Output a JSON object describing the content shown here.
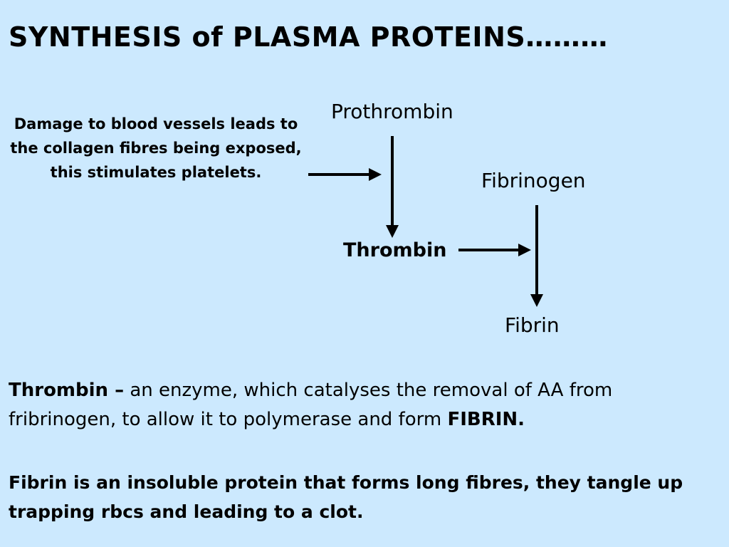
{
  "title": "SYNTHESIS of PLASMA PROTEINS………",
  "diagram": {
    "damage_note": "Damage to blood vessels leads to the collagen fibres being exposed, this stimulates platelets.",
    "prothrombin": "Prothrombin",
    "thrombin": "Thrombin",
    "fibrinogen": "Fibrinogen",
    "fibrin": "Fibrin"
  },
  "definition": {
    "term": "Thrombin –",
    "text": " an enzyme, which catalyses the removal of AA from fribrinogen, to allow it to polymerase and form ",
    "emphasis": "FIBRIN."
  },
  "fibrin_note": "Fibrin is an insoluble protein that forms long fibres, they tangle up trapping rbcs and leading to a clot."
}
